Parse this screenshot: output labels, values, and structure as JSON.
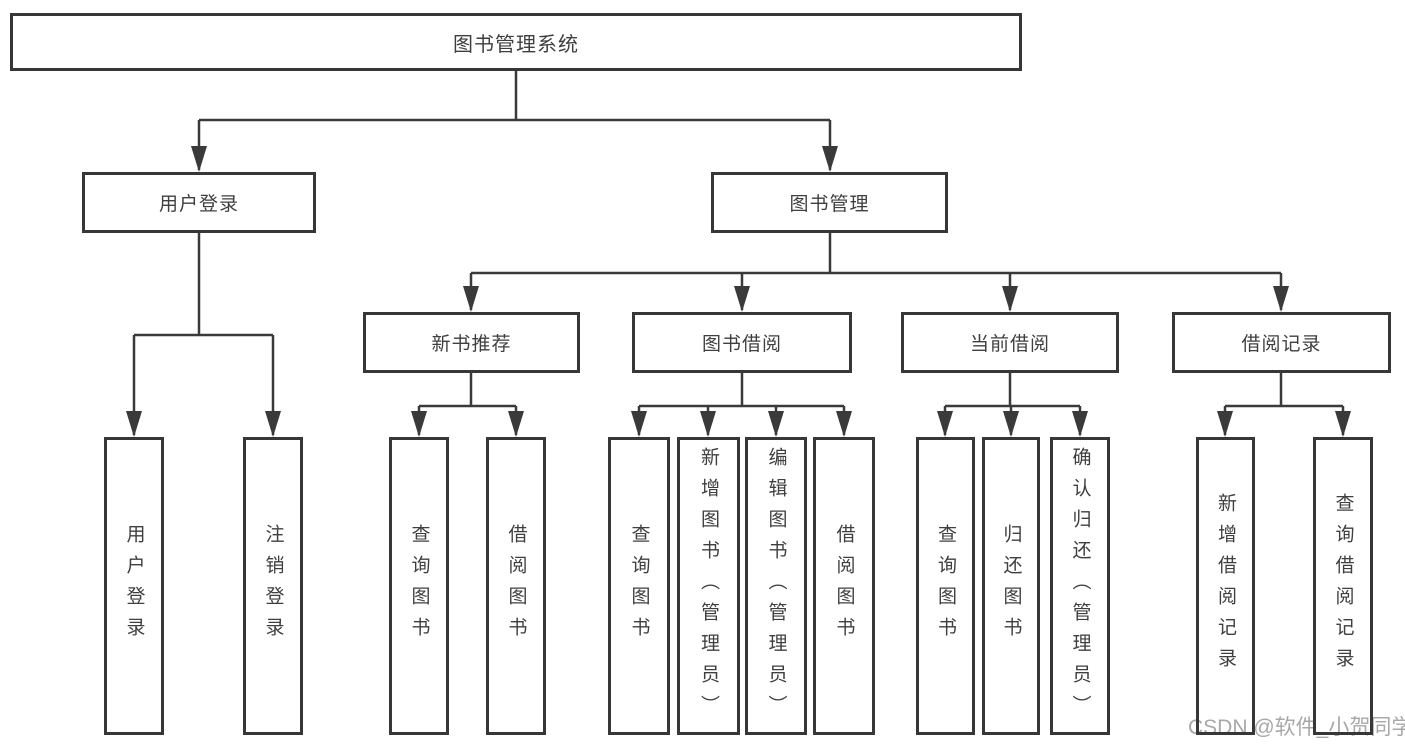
{
  "diagram_title": "图书管理系统",
  "nodes": {
    "root": "图书管理系统",
    "user_login": "用户登录",
    "book_mgmt": "图书管理",
    "new_book_rec": "新书推荐",
    "book_borrow": "图书借阅",
    "current_borrow": "当前借阅",
    "borrow_record": "借阅记录",
    "login_leaf": "用户登录",
    "logout_leaf": "注销登录",
    "rec_query": "查询图书",
    "rec_borrow": "借阅图书",
    "bb_query": "查询图书",
    "bb_add": "新增图书（管理员）",
    "bb_edit": "编辑图书（管理员）",
    "bb_borrow": "借阅图书",
    "cb_query": "查询图书",
    "cb_return": "归还图书",
    "cb_confirm": "确认归还（管理员）",
    "br_add": "新增借阅记录",
    "br_query": "查询借阅记录"
  },
  "hierarchy": {
    "图书管理系统": {
      "用户登录": [
        "用户登录",
        "注销登录"
      ],
      "图书管理": {
        "新书推荐": [
          "查询图书",
          "借阅图书"
        ],
        "图书借阅": [
          "查询图书",
          "新增图书（管理员）",
          "编辑图书（管理员）",
          "借阅图书"
        ],
        "当前借阅": [
          "查询图书",
          "归还图书",
          "确认归还（管理员）"
        ],
        "借阅记录": [
          "新增借阅记录",
          "查询借阅记录"
        ]
      }
    }
  },
  "watermark": {
    "text": "CSDN @软件_小贺同学"
  },
  "colors": {
    "line": "#3a3a3a",
    "box_border": "#373737",
    "box_bg": "#ffffff",
    "text": "#3f3f3f",
    "watermark": "#a8a8a8",
    "background": "#ffffff"
  }
}
